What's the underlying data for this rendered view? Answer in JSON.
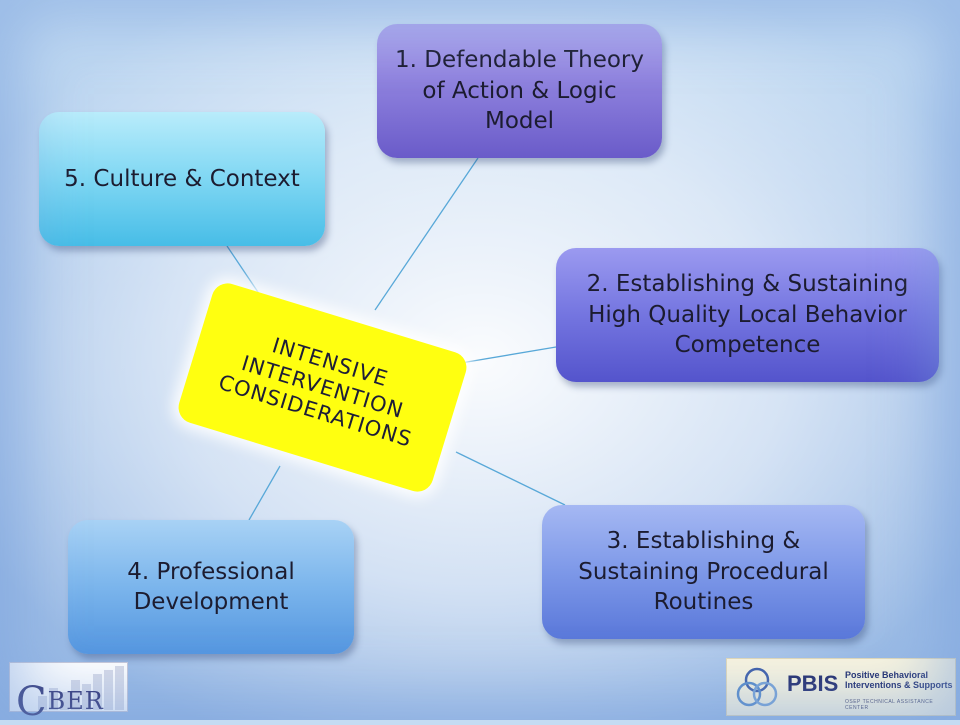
{
  "diagram": {
    "center_lines": [
      "INTENSIVE",
      "INTERVENTION",
      "CONSIDERATIONS"
    ],
    "nodes": [
      {
        "label": "1. Defendable Theory of Action & Logic Model"
      },
      {
        "label": "2. Establishing & Sustaining High Quality Local Behavior Competence"
      },
      {
        "label": "3. Establishing & Sustaining Procedural Routines"
      },
      {
        "label": "4. Professional Development"
      },
      {
        "label": "5. Culture & Context"
      }
    ],
    "connector_color": "#58a8d8"
  },
  "logos": {
    "cber": {
      "initial": "C",
      "rest": "BER"
    },
    "pbis": {
      "name": "PBIS",
      "line1": "Positive Behavioral",
      "line2": "Interventions & Supports",
      "line3": "OSEP TECHNICAL ASSISTANCE CENTER"
    }
  }
}
